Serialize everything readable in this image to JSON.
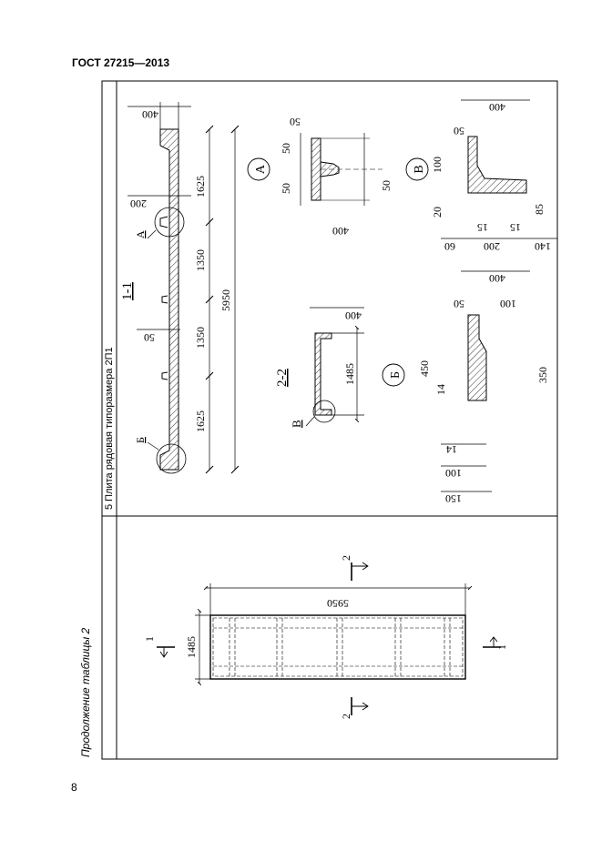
{
  "header": {
    "standard": "ГОСТ 27215—2013"
  },
  "page_number": "8",
  "table_caption": "Продолжение таблицы 2",
  "row_title": "5 Плита рядовая типоразмера 2П1",
  "plan_view": {
    "length": "5950",
    "width": "1485",
    "cut_1": "1",
    "cut_2": "2"
  },
  "section_1_1": {
    "title": "1-1",
    "overall": "5950",
    "spans": [
      "1625",
      "1350",
      "1350",
      "1625"
    ],
    "dim_400": "400",
    "dim_200": "200",
    "dim_50": "50",
    "node_a": "А",
    "node_b": "Б"
  },
  "section_2_2": {
    "title": "2-2",
    "width": "1485",
    "flange": "400",
    "node_v": "В"
  },
  "detail_a": {
    "label": "А",
    "dims": [
      "50",
      "50",
      "50",
      "50",
      "400"
    ]
  },
  "detail_v": {
    "label": "В",
    "dims": [
      "400",
      "50",
      "100",
      "20",
      "15",
      "15",
      "85",
      "60",
      "200",
      "140"
    ]
  },
  "detail_b": {
    "label": "Б",
    "dims": [
      "400",
      "50",
      "100",
      "450",
      "350",
      "14",
      "14",
      "100",
      "150"
    ]
  }
}
